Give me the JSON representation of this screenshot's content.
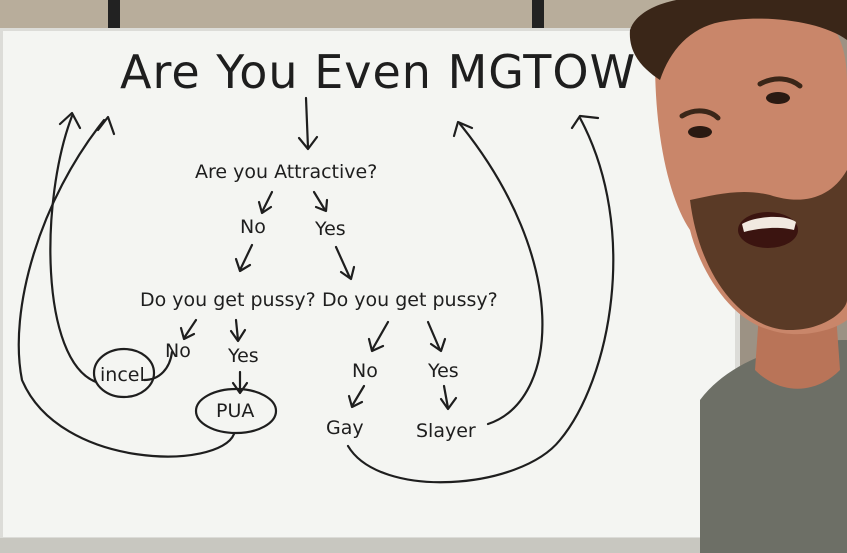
{
  "board": {
    "title": "Are You Even MGTOW",
    "question_1": "Are you Attractive?",
    "answer_no": "No",
    "answer_yes": "Yes",
    "question_2_left": "Do you get pussy?",
    "question_2_right": "Do you get pussy?",
    "left_no": "No",
    "left_yes": "Yes",
    "right_no": "No",
    "right_yes": "Yes",
    "outcome_incel": "incel",
    "outcome_pua": "PUA",
    "outcome_gay": "Gay",
    "outcome_slayer": "Slayer"
  },
  "colors": {
    "wall": "#9c9284",
    "whiteboard": "#f4f5f2",
    "marker": "#1e1e1e",
    "shirt": "#6d6f66",
    "skin": "#c9866a",
    "hair": "#3a2618"
  }
}
